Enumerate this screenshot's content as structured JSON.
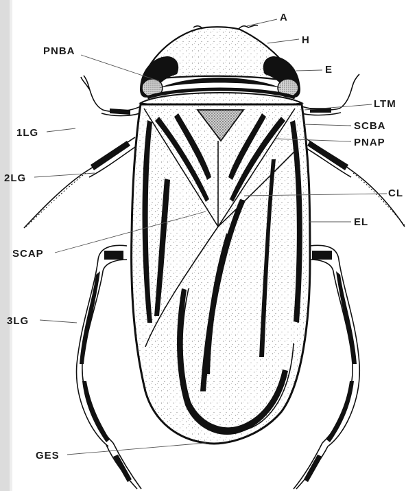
{
  "labels": {
    "A": "A",
    "H": "H",
    "E": "E",
    "PNBA": "PNBA",
    "LTM": "LTM",
    "SCBA": "SCBA",
    "PNAP": "PNAP",
    "LG1": "1LG",
    "LG2": "2LG",
    "CL": "CL",
    "EL": "EL",
    "SCAP": "SCAP",
    "LG3": "3LG",
    "GES": "GES"
  },
  "colors": {
    "ink": "#111111",
    "paper": "#ffffff",
    "stipple": "#555555",
    "scan_edge": "#d8d8d8"
  }
}
